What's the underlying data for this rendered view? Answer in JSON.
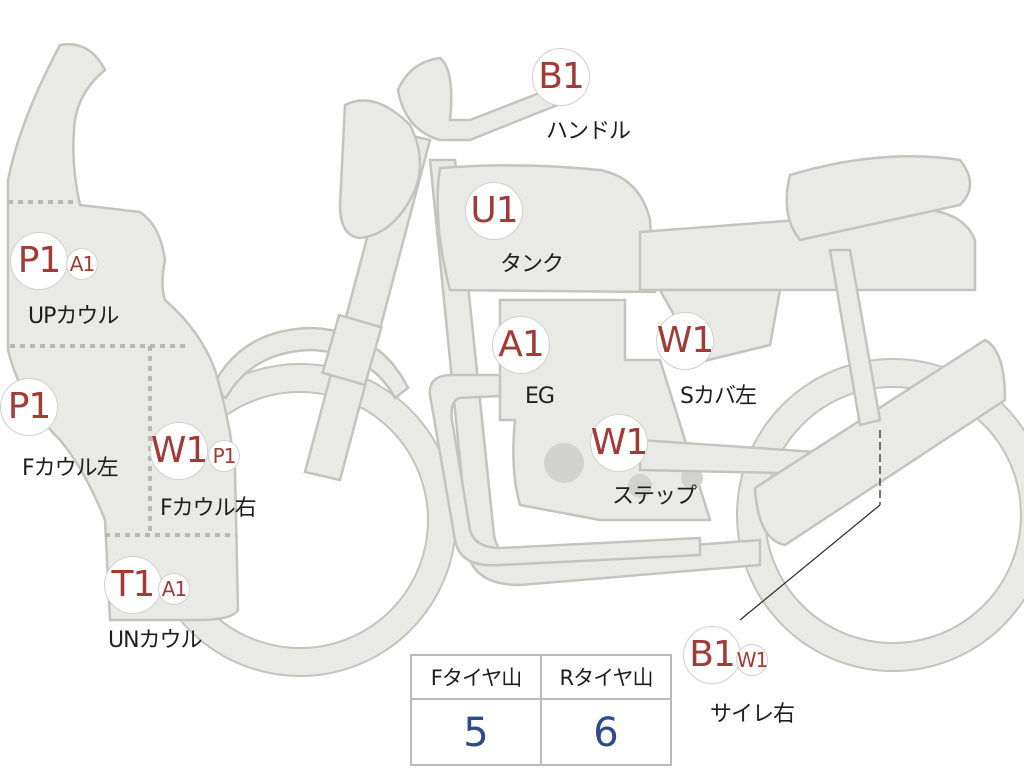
{
  "parts": {
    "handle": {
      "codes": [
        "B1"
      ],
      "label": "ハンドル"
    },
    "tank": {
      "codes": [
        "U1"
      ],
      "label": "タンク"
    },
    "engine": {
      "codes": [
        "A1"
      ],
      "label": "EG"
    },
    "side_cover": {
      "codes": [
        "W1"
      ],
      "label": "Sカバ左"
    },
    "step": {
      "codes": [
        "W1"
      ],
      "label": "ステップ"
    },
    "up_cowl": {
      "codes": [
        "P1",
        "A1"
      ],
      "label": "UPカウル"
    },
    "f_cowl_left": {
      "codes": [
        "P1"
      ],
      "label": "Fカウル左"
    },
    "f_cowl_right": {
      "codes": [
        "W1",
        "P1"
      ],
      "label": "Fカウル右"
    },
    "un_cowl": {
      "codes": [
        "T1",
        "A1"
      ],
      "label": "UNカウル"
    },
    "muffler_right": {
      "codes": [
        "B1",
        "W1"
      ],
      "label": "サイレ右"
    }
  },
  "tire_table": {
    "headers": [
      "Fタイヤ山",
      "Rタイヤ山"
    ],
    "values": [
      "5",
      "6"
    ]
  },
  "colors": {
    "code_text": "#a33a36",
    "value_text": "#2d4a8a",
    "body_fill": "#e9e9e6",
    "body_outline": "#c3c3c0"
  }
}
